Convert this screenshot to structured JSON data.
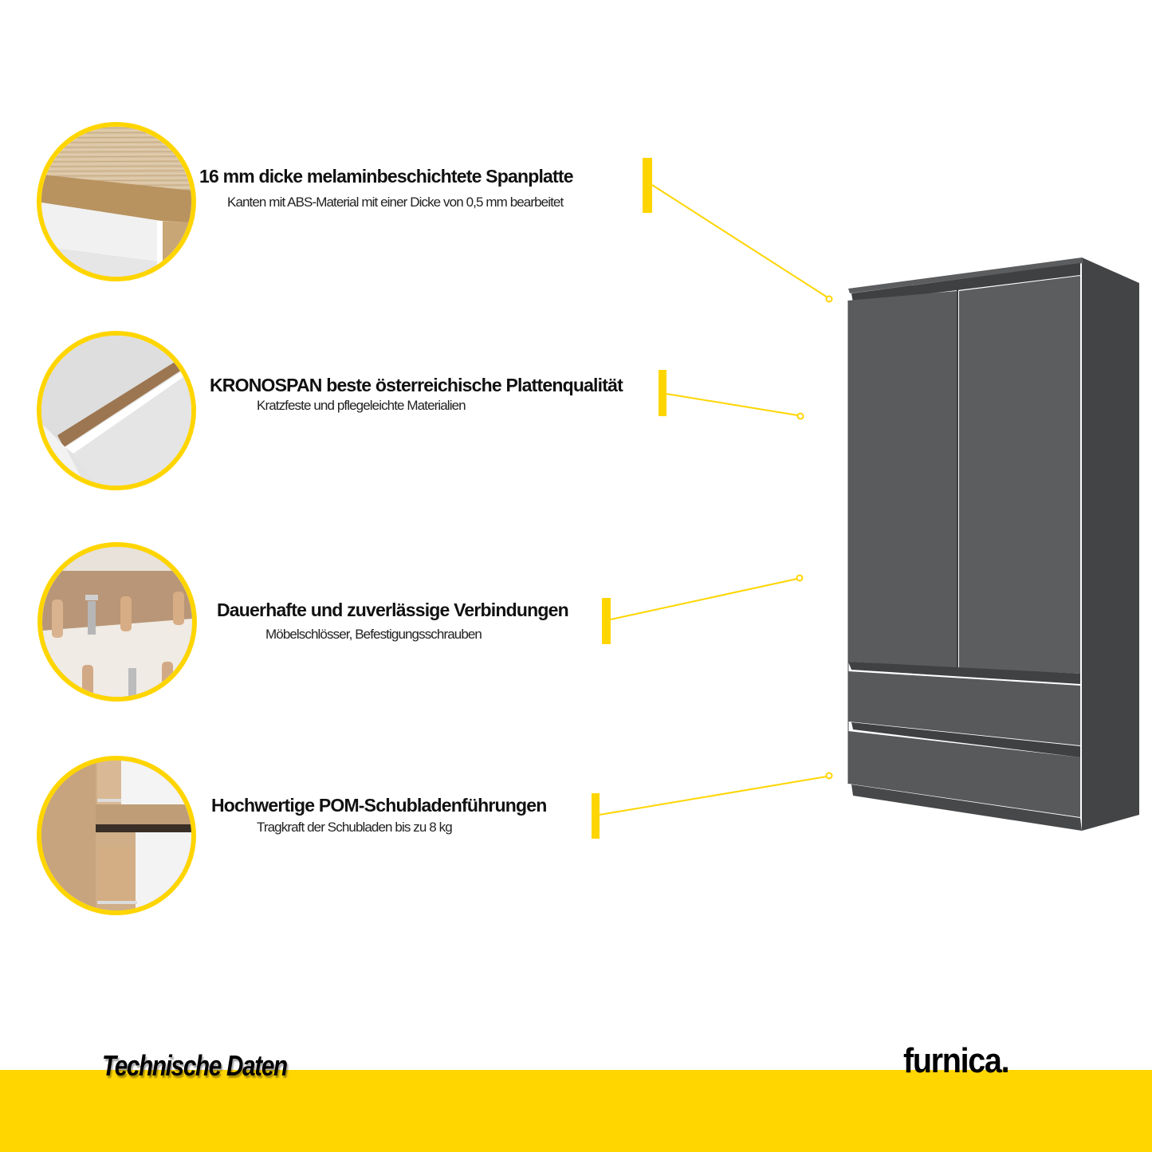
{
  "features": [
    {
      "title": "16 mm dicke melaminbeschichtete Spanplatte",
      "subtitle": "Kanten mit ABS-Material mit einer Dicke von 0,5 mm bearbeitet",
      "image": "oak-board-edge-closeup"
    },
    {
      "title": "KRONOSPAN beste österreichische Plattenqualität",
      "subtitle": "Kratzfeste und pflegeleichte Materialien",
      "image": "white-panel-oak-edge-closeup"
    },
    {
      "title": "Dauerhafte und zuverlässige Verbindungen",
      "subtitle": "Möbelschlösser, Befestigungsschrauben",
      "image": "wooden-dowels-and-cam-bolts"
    },
    {
      "title": "Hochwertige POM-Schubladenführungen",
      "subtitle": "Tragkraft der Schubladen bis zu 8 kg",
      "image": "drawer-runners-closeup"
    }
  ],
  "product": {
    "type": "wardrobe",
    "doors": 2,
    "drawers": 2,
    "color": "#5a5b5d"
  },
  "footer": {
    "title": "Technische Daten",
    "brand": "furnica."
  },
  "colors": {
    "accent": "#ffd500",
    "text": "#111111",
    "background": "#ffffff"
  }
}
